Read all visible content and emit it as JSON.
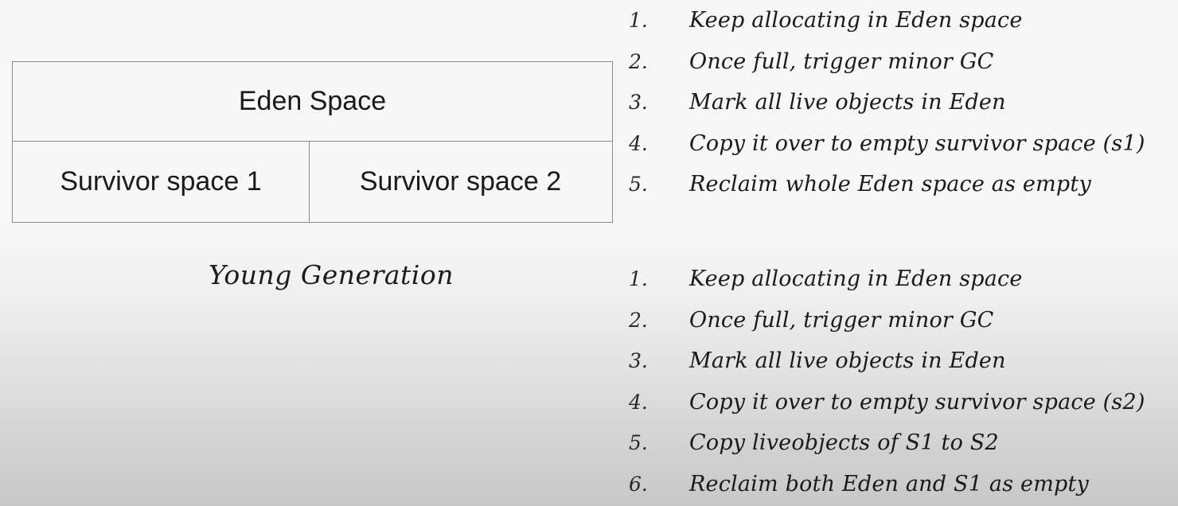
{
  "diagram": {
    "eden_label": "Eden Space",
    "survivor1_label": "Survivor space 1",
    "survivor2_label": "Survivor space 2",
    "caption": "Young Generation"
  },
  "steps_first": [
    {
      "num": "1.",
      "text": "Keep allocating in Eden space"
    },
    {
      "num": "2.",
      "text": "Once full, trigger minor GC"
    },
    {
      "num": "3.",
      "text": "Mark all live objects in Eden"
    },
    {
      "num": "4.",
      "text": "Copy it over to empty survivor space (s1)"
    },
    {
      "num": "5.",
      "text": "Reclaim whole Eden space as empty"
    }
  ],
  "steps_second": [
    {
      "num": "1.",
      "text": "Keep allocating in Eden space"
    },
    {
      "num": "2.",
      "text": "Once full, trigger minor GC"
    },
    {
      "num": "3.",
      "text": "Mark all live objects in Eden"
    },
    {
      "num": "4.",
      "text": "Copy it over to empty survivor space  (s2)"
    },
    {
      "num": "5.",
      "text": "Copy liveobjects of S1 to S2"
    },
    {
      "num": "6.",
      "text": "Reclaim both Eden and S1 as empty"
    }
  ]
}
